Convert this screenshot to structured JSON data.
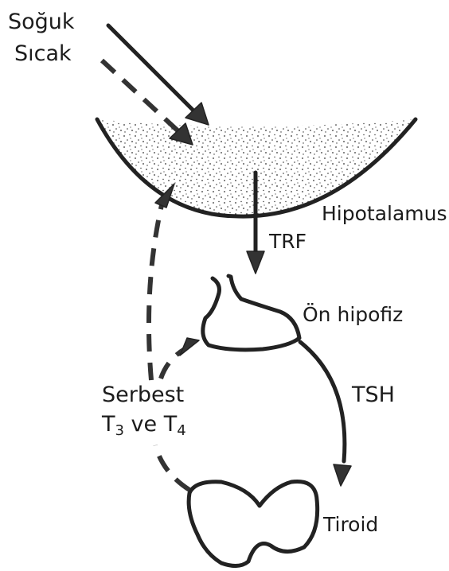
{
  "labels": {
    "cold": "Soğuk",
    "hot": "Sıcak",
    "hypothalamus": "Hipotalamus",
    "trf": "TRF",
    "anterior_pituitary": "Ön hipofiz",
    "tsh": "TSH",
    "free_line1": "Serbest",
    "free_t_prefix": "T",
    "free_t3_sub": "3",
    "free_mid": " ve T",
    "free_t4_sub": "4",
    "thyroid": "Tiroid"
  }
}
